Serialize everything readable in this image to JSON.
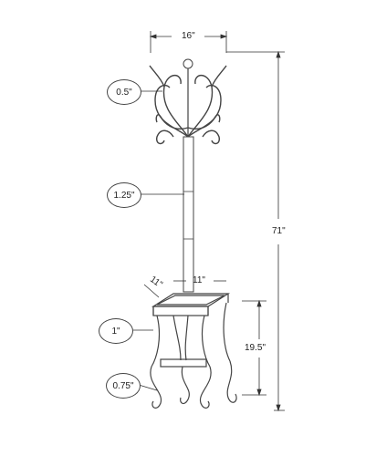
{
  "dimensions": {
    "top_width": "16\"",
    "total_height": "71\"",
    "hook_thickness": "0.5\"",
    "pole_diameter": "1.25\"",
    "base_depth": "11\"",
    "base_width": "11\"",
    "stand_frame": "1\"",
    "stand_height": "19.5\"",
    "scroll_thickness": "0.75\""
  },
  "colors": {
    "line": "#333333",
    "metal": "#555555"
  }
}
